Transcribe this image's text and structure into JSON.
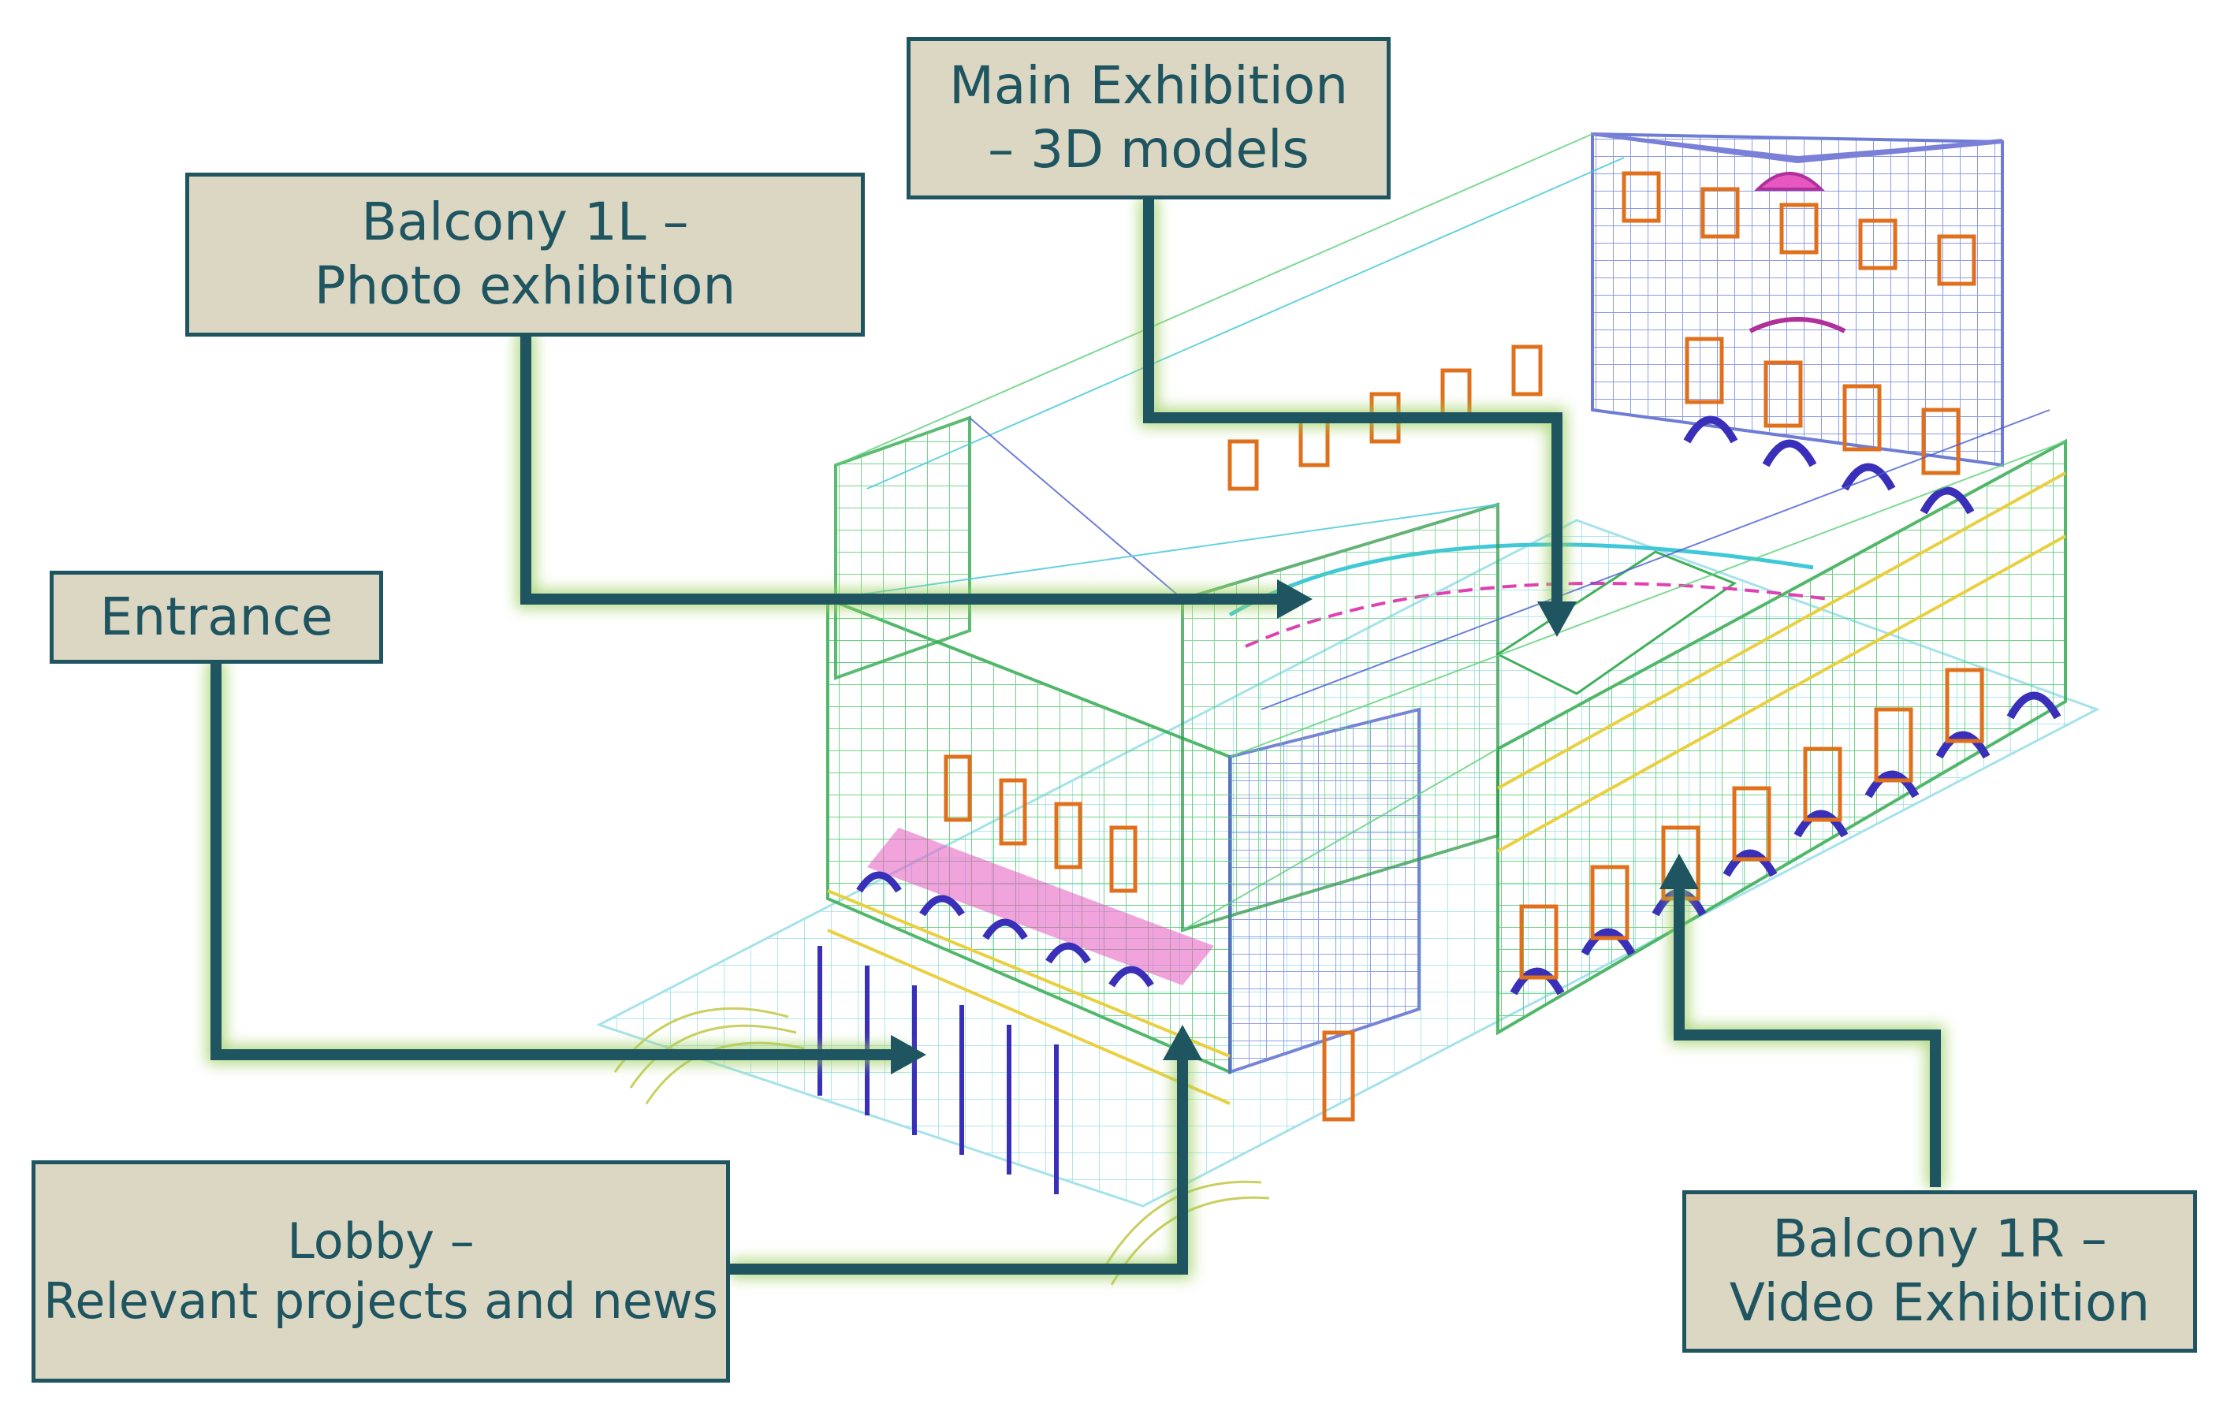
{
  "labels": {
    "main_exhibition": {
      "line1": "Main Exhibition",
      "line2": "– 3D models"
    },
    "balcony_1l": {
      "line1": "Balcony 1L –",
      "line2": "Photo exhibition"
    },
    "entrance": {
      "line1": "Entrance"
    },
    "lobby": {
      "line1": "Lobby –",
      "line2": "Relevant projects and news"
    },
    "balcony_1r": {
      "line1": "Balcony 1R –",
      "line2": "Video Exhibition"
    }
  },
  "colors": {
    "label_fill": "#dcd7c3",
    "label_border": "#1f5561",
    "arrow": "#1f5561",
    "arrow_glow": "#9acd5a",
    "wire_green": "#5fd07a",
    "wire_blue": "#4a5fd0",
    "wire_orange": "#e0701c",
    "wire_magenta": "#e040b0",
    "wire_yellow": "#e8d040",
    "wire_cyan": "#40c8d8"
  }
}
